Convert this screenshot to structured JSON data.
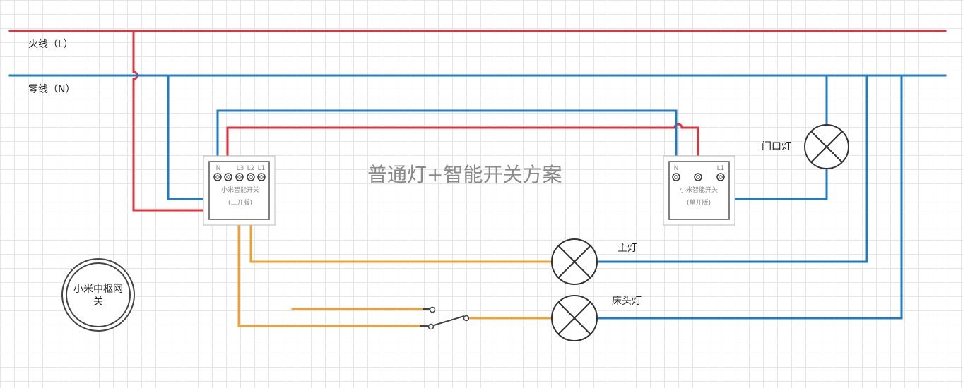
{
  "title": "普通灯+智能开关方案",
  "wires": {
    "live": {
      "label": "火线（L）",
      "color": "#e0323c"
    },
    "neutral": {
      "label": "零线（N）",
      "color": "#1e7bc4"
    },
    "load_color": "#f0a030"
  },
  "switch_triple": {
    "terminals": [
      "N",
      "L3",
      "L2",
      "L1"
    ],
    "name": "小米智能开关",
    "variant": "(三开版)"
  },
  "switch_single": {
    "terminals": [
      "N",
      "L1"
    ],
    "name": "小米智能开关",
    "variant": "(单开版)"
  },
  "lamps": {
    "door": "门口灯",
    "main": "主灯",
    "bedside": "床头灯"
  },
  "gateway": {
    "line1": "小米中枢网",
    "line2": "关"
  }
}
